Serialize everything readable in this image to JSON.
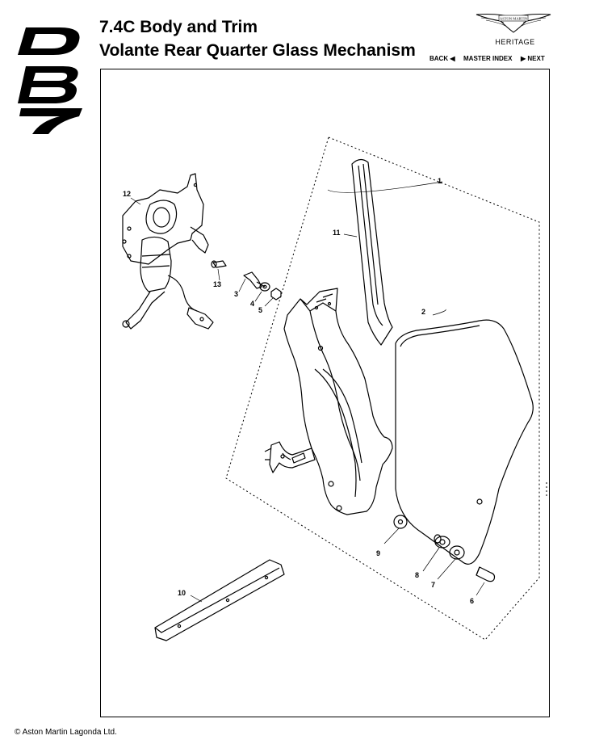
{
  "header": {
    "section_title": "7.4C  Body and Trim",
    "page_subtitle": "Volante Rear Quarter Glass Mechanism"
  },
  "brand": {
    "logo_text": "ASTON MARTIN",
    "heritage_label": "HERITAGE"
  },
  "nav": {
    "back_label": "BACK ◀",
    "master_index_label": "MASTER INDEX",
    "next_label": "▶ NEXT"
  },
  "diagram": {
    "callouts": [
      "1",
      "2",
      "3",
      "4",
      "5",
      "6",
      "7",
      "8",
      "9",
      "10",
      "11",
      "12",
      "13"
    ]
  },
  "footer": {
    "copyright": "© Aston Martin Lagonda Ltd."
  },
  "colors": {
    "ink": "#000000",
    "background": "#ffffff"
  }
}
